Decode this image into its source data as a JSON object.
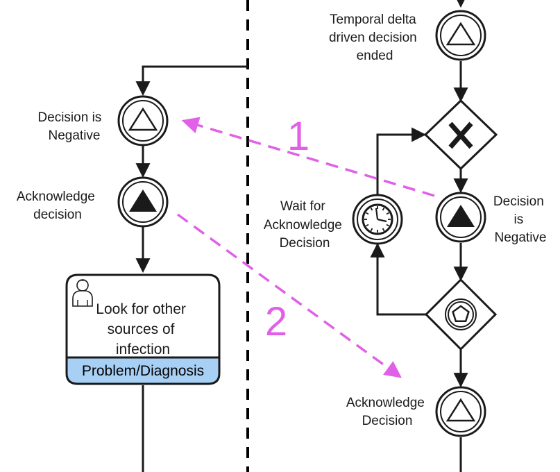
{
  "colors": {
    "stroke": "#1a1a1a",
    "link": "#e060e8",
    "band": "#a8d0f5"
  },
  "left_lane": {
    "event_decision_negative": {
      "label_lines": [
        "Decision is",
        "Negative"
      ],
      "icon": "triangle-outline-icon"
    },
    "event_acknowledge": {
      "label_lines": [
        "Acknowledge",
        "decision"
      ],
      "icon": "triangle-filled-icon"
    },
    "task": {
      "icon": "user-icon",
      "label_lines": [
        "Look for other",
        "sources of",
        "infection"
      ],
      "band_label": "Problem/Diagnosis"
    }
  },
  "right_lane": {
    "event_temporal": {
      "label_lines": [
        "Temporal delta",
        "driven decision",
        "ended"
      ],
      "icon": "triangle-outline-icon"
    },
    "gateway_exclusive": {
      "icon": "x-icon"
    },
    "event_decision_negative": {
      "label_lines": [
        "Decision",
        "is",
        "Negative"
      ],
      "icon": "triangle-filled-icon"
    },
    "event_timer": {
      "label_lines": [
        "Wait for",
        "Acknowledge",
        "Decision"
      ],
      "icon": "clock-icon"
    },
    "gateway_event": {
      "icon": "pentagon-icon"
    },
    "event_acknowledge": {
      "label_lines": [
        "Acknowledge",
        "Decision"
      ],
      "icon": "triangle-outline-icon"
    }
  },
  "links": [
    {
      "number": "1"
    },
    {
      "number": "2"
    }
  ]
}
